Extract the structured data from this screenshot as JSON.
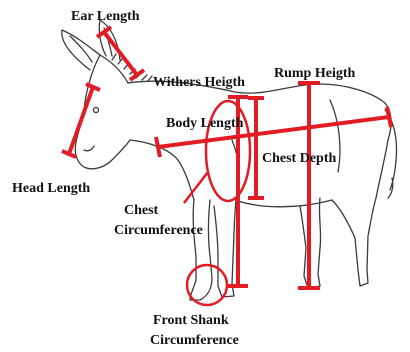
{
  "labels": {
    "ear_length": "Ear Length",
    "withers_height": "Withers Heigth",
    "rump_height": "Rump Heigth",
    "body_length": "Body Length",
    "chest_depth": "Chest Depth",
    "head_length": "Head Length",
    "chest_circumference_line1": "Chest",
    "chest_circumference_line2": "Circumference",
    "front_shank_line1": "Front Shank",
    "front_shank_line2": "Circumference"
  },
  "colors": {
    "measure": "#e21b24",
    "outline": "#3a3a3a",
    "text": "#111111"
  }
}
